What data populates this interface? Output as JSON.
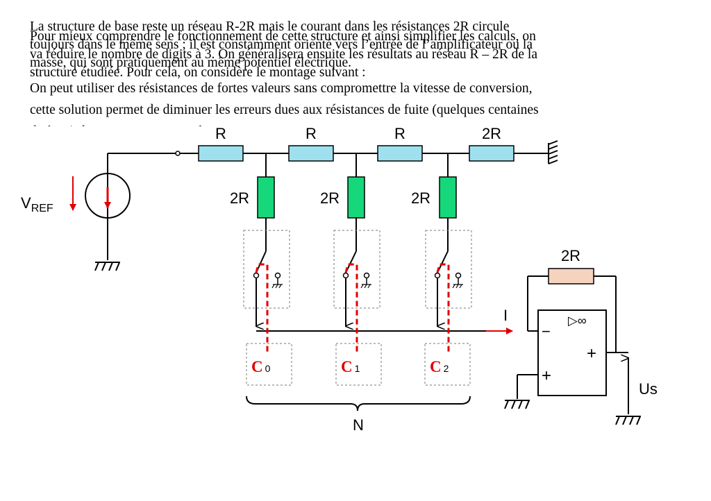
{
  "text": {
    "p1": "La structure de base reste un réseau R-2R mais le courant dans les résistances 2R circule\ntoujours dans le même sens ; il est constamment orienté vers l’entrée de l’amplificateur ou la\nmasse, qui sont pratiquement au même potentiel électrique.",
    "p2": "Pour mieux comprendre le fonctionnement de cette structure et ainsi simplifier les calculs, on\nva réduire le nombre de digits à 3. On généralisera ensuite les résultats au réseau R – 2R de la\nstructure étudiée. Pour cela, on considère le montage suivant :",
    "p3": "On peut utiliser des résistances de fortes valeurs sans compromettre la vitesse de conversion,\ncette solution permet de diminuer les erreurs dues aux résistances de fuite (quelques centaines\nd’ohms) des commutateurs analogiques."
  },
  "diagram": {
    "vref_main": "V",
    "vref_sub": "REF",
    "series_resistors": [
      "R",
      "R",
      "R",
      "2R"
    ],
    "branch_resistors": [
      "2R",
      "2R",
      "2R"
    ],
    "feedback_resistor": "2R",
    "current_label": "I",
    "bits": [
      {
        "letter": "C",
        "index": "0"
      },
      {
        "letter": "C",
        "index": "1"
      },
      {
        "letter": "C",
        "index": "2"
      }
    ],
    "bus_label": "N",
    "opamp_symbol": "▷∞",
    "opamp_minus": "−",
    "opamp_plus_in": "+",
    "opamp_plus_out": "+",
    "output_label": "Us",
    "colors": {
      "series_resistor": "#9fe0ef",
      "branch_resistor": "#16d77a",
      "feedback_resistor": "#f6d3bf",
      "current_path": "#e00000",
      "arrow": "#e00000"
    }
  }
}
